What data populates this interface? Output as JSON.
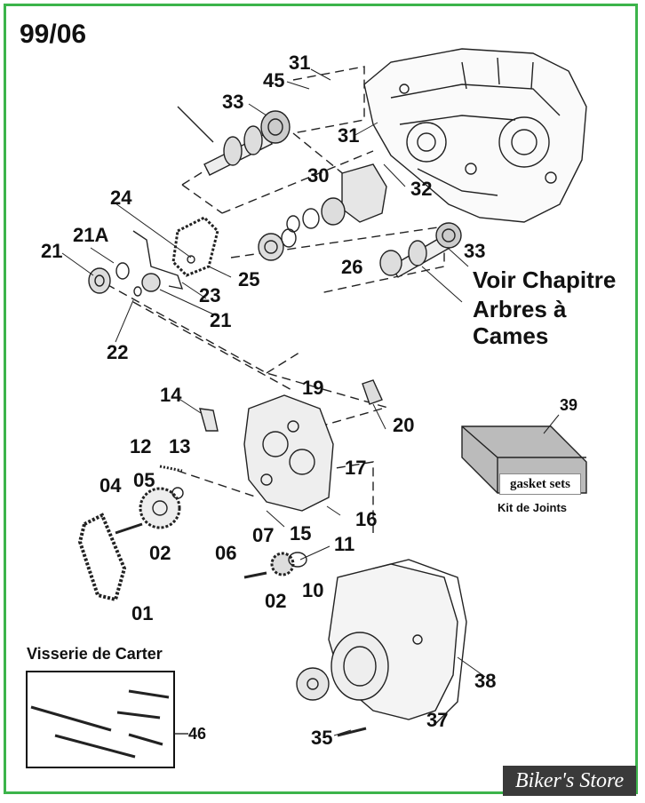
{
  "title": "99/06",
  "labels": {
    "l31a": "31",
    "l45": "45",
    "l33a": "33",
    "l31b": "31",
    "l30": "30",
    "l32": "32",
    "l24": "24",
    "l21A": "21A",
    "l21a": "21",
    "l25": "25",
    "l26": "26",
    "l33b": "33",
    "l23": "23",
    "l21b": "21",
    "l22": "22",
    "l19": "19",
    "l14": "14",
    "l20": "20",
    "l12": "12",
    "l13": "13",
    "l17": "17",
    "l04": "04",
    "l05": "05",
    "l16": "16",
    "l07": "07",
    "l15": "15",
    "l06": "06",
    "l11": "11",
    "l02a": "02",
    "l02b": "02",
    "l10": "10",
    "l01": "01",
    "l38": "38",
    "l37": "37",
    "l35": "35",
    "l46": "46",
    "l39": "39"
  },
  "note": {
    "line1": "Voir Chapitre",
    "line2": "Arbres à Cames"
  },
  "screws_title": "Visserie de Carter",
  "kit": {
    "label": "gasket sets",
    "caption": "Kit de Joints"
  },
  "watermark": "Biker's Store",
  "colors": {
    "border": "#3cb44b",
    "ink": "#111111"
  }
}
